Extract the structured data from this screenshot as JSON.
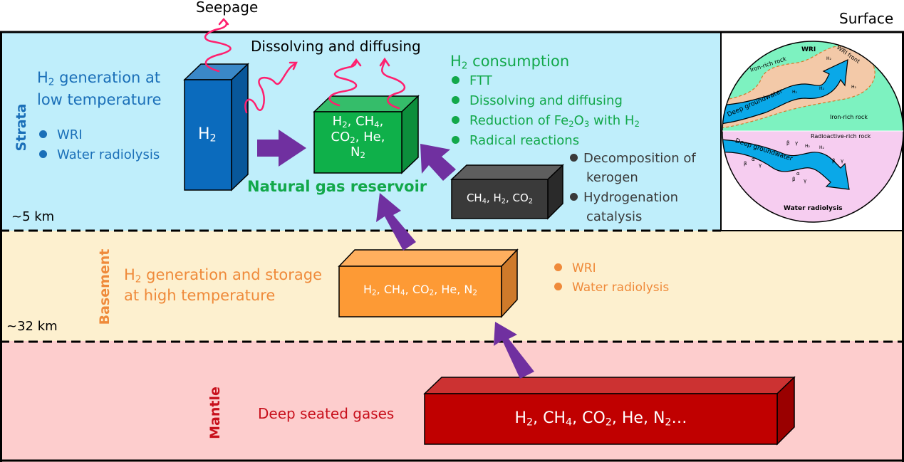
{
  "labels": {
    "surface": "Surface",
    "seepage": "Seepage",
    "dissolving_top": "Dissolving and diffusing",
    "depth_5km": "~5 km",
    "depth_32km": "~32 km"
  },
  "layers": {
    "strata": {
      "name": "Strata",
      "color": "#1a6fb8",
      "bg": "#bfeefb",
      "title_line1_pre": "H",
      "title_line1_sub": "2",
      "title_line1_post": " generation at",
      "title_line2": "low temperature",
      "bullets": [
        "WRI",
        "Water radiolysis"
      ]
    },
    "basement": {
      "name": "Basement",
      "color": "#ef8a3a",
      "bg": "#fdf0cf",
      "title_line1_pre": "H",
      "title_line1_sub": "2",
      "title_line1_post": " generation and storage",
      "title_line2": "at high temperature",
      "bullets": [
        "WRI",
        "Water radiolysis"
      ]
    },
    "mantle": {
      "name": "Mantle",
      "color": "#c8101c",
      "bg": "#fdcdcd",
      "source_label": "Deep seated gases"
    }
  },
  "boxes": {
    "h2_box": {
      "pre": "H",
      "sub": "2"
    },
    "reservoir_box": {
      "line1": [
        [
          "H",
          "2"
        ],
        [
          ", CH",
          "4"
        ],
        [
          ",",
          ""
        ]
      ],
      "line2": [
        [
          "CO",
          "2"
        ],
        [
          ", He,",
          ""
        ]
      ],
      "line3": [
        [
          "N",
          "2"
        ]
      ]
    },
    "reservoir_label": "Natural gas reservoir",
    "kerogen_box": [
      [
        "CH",
        "4"
      ],
      [
        ", H",
        "2"
      ],
      [
        ", CO",
        "2"
      ]
    ],
    "basement_box": [
      [
        "H",
        "2"
      ],
      [
        ", CH",
        "4"
      ],
      [
        ", CO",
        "2"
      ],
      [
        ", He, N",
        "2"
      ]
    ],
    "mantle_box": [
      [
        "H",
        "2"
      ],
      [
        ", CH",
        "4"
      ],
      [
        ", CO",
        "2"
      ],
      [
        ", He, N",
        "2"
      ],
      [
        "…",
        ""
      ]
    ]
  },
  "consumption": {
    "title_pre": "H",
    "title_sub": "2",
    "title_post": " consumption",
    "color": "#12a84a",
    "items": [
      {
        "parts": [
          [
            "FTT",
            ""
          ]
        ]
      },
      {
        "parts": [
          [
            "Dissolving and diffusing",
            ""
          ]
        ]
      },
      {
        "parts": [
          [
            "Reduction of Fe",
            "2"
          ],
          [
            "O",
            "3"
          ],
          [
            " with H",
            "2"
          ]
        ]
      },
      {
        "parts": [
          [
            "Radical reactions",
            ""
          ]
        ]
      }
    ]
  },
  "organic": {
    "color": "#3a3a3a",
    "items": [
      {
        "line1": "Decomposition of",
        "line2": "kerogen"
      },
      {
        "line1": "Hydrogenation",
        "line2": "catalysis"
      }
    ]
  },
  "inset": {
    "top_title": "WRI",
    "top_rock_upper": "Iron-rich rock",
    "top_rock_lower": "Iron-rich rock",
    "front_label": "WRI front",
    "groundwater_top": "Deep groundwater",
    "bottom_rock": "Radioactive-rich rock",
    "groundwater_bottom": "Deep groundwater",
    "bottom_title": "Water radiolysis",
    "h2": "H₂",
    "alpha": "α",
    "beta": "β",
    "gamma": "γ"
  },
  "colors": {
    "arrow": "#7030a0",
    "wavy": "#ff1f6e",
    "h2_box": "#0b6bbd",
    "reservoir_box": "#0fb04a",
    "kerogen_box": "#3a3a3a",
    "basement_box": "#fd9a35",
    "mantle_box": "#c00000"
  }
}
